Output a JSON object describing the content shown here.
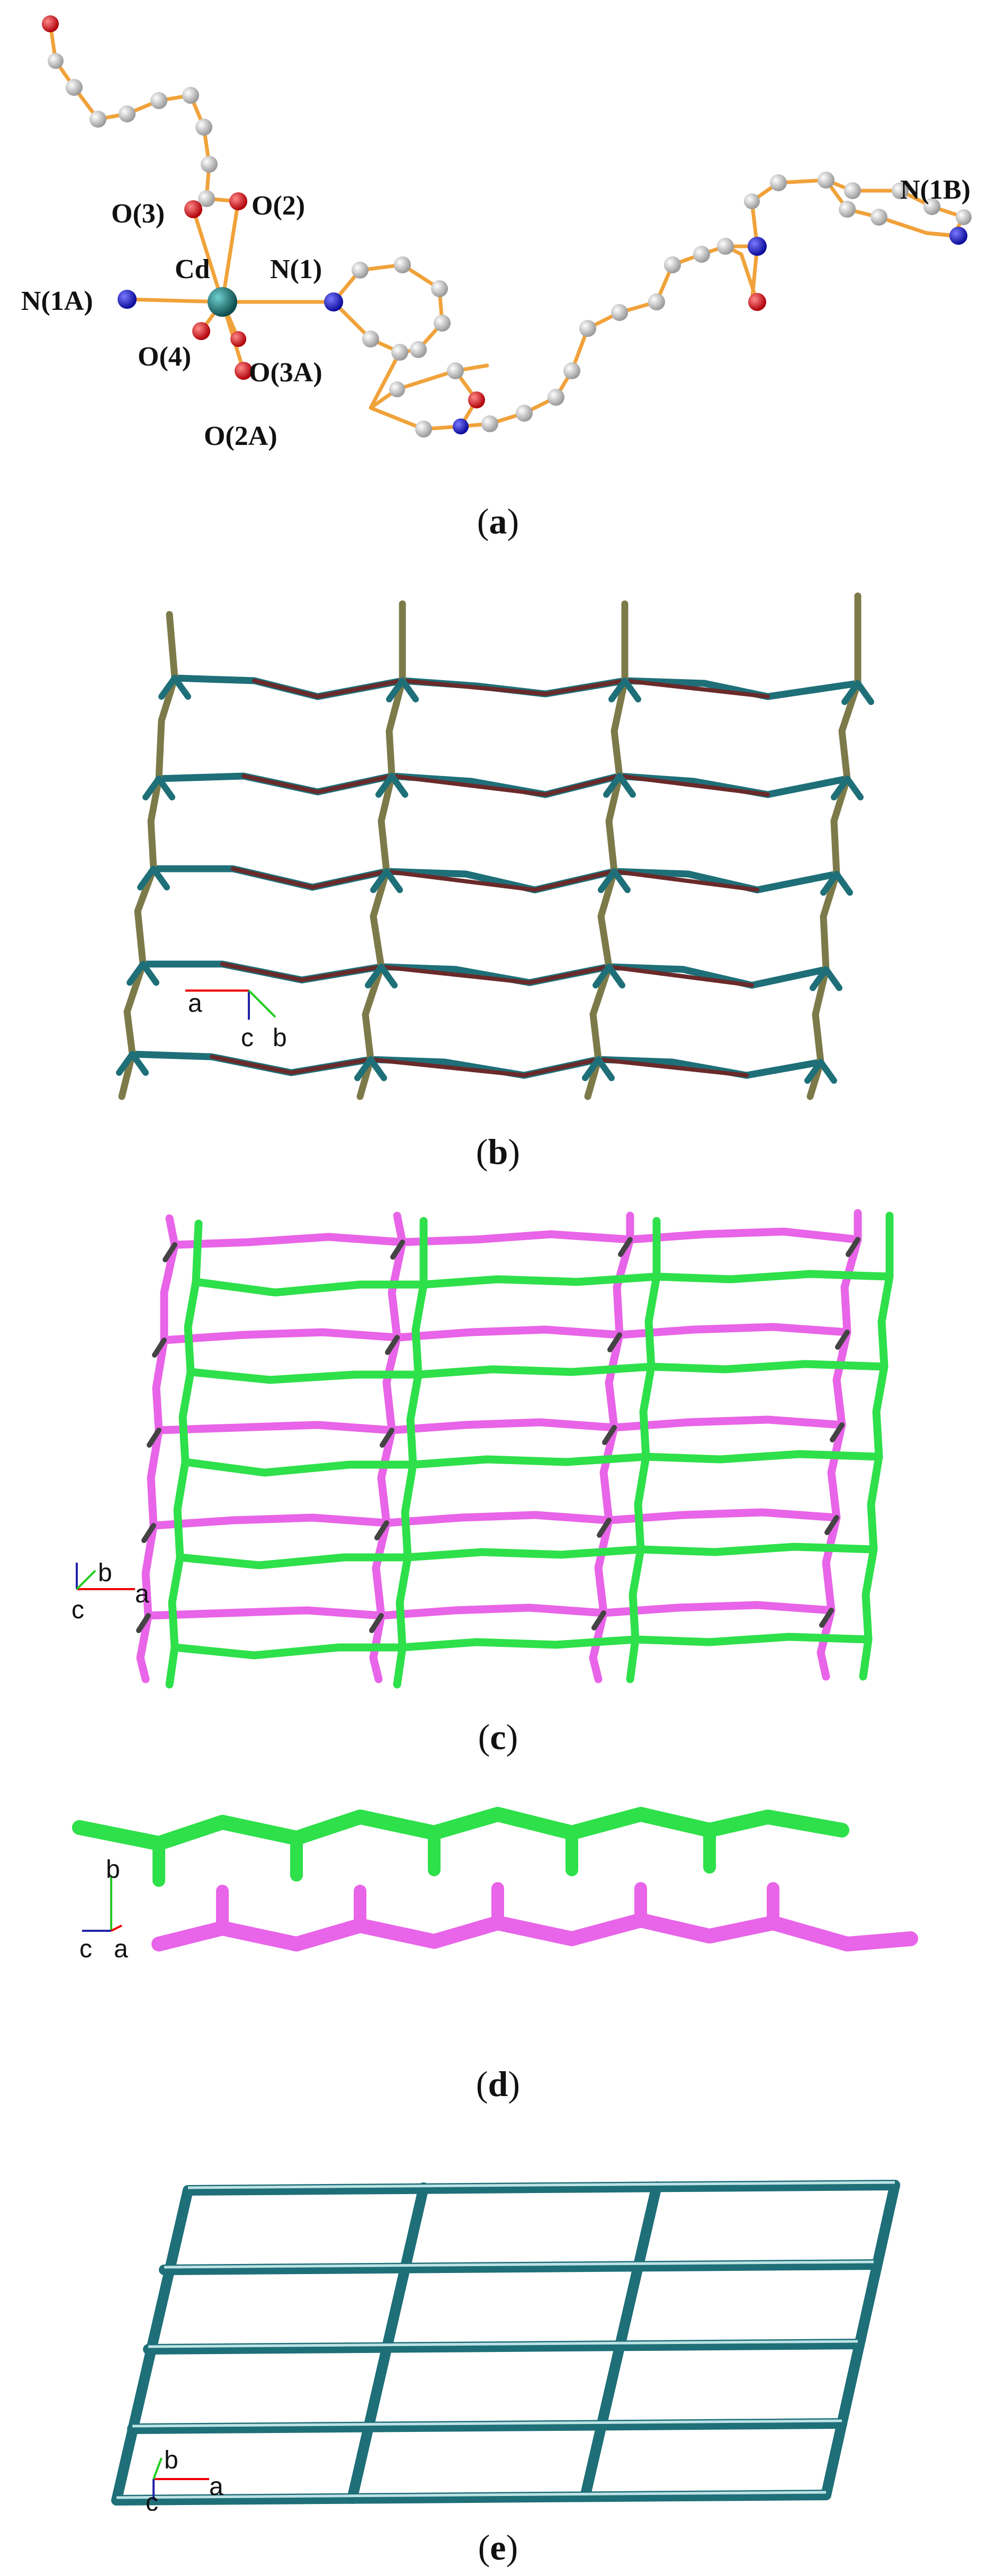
{
  "figure": {
    "panels": [
      {
        "id": "a",
        "caption_letter": "a",
        "atom_labels": {
          "o3": "O(3)",
          "o2": "O(2)",
          "cd": "Cd",
          "n1a": "N(1A)",
          "n1": "N(1)",
          "o4": "O(4)",
          "o3a": "O(3A)",
          "o2a": "O(2A)",
          "n1b": "N(1B)"
        }
      },
      {
        "id": "b",
        "caption_letter": "b",
        "axes": {
          "a": "a",
          "b": "b",
          "c": "c"
        }
      },
      {
        "id": "c",
        "caption_letter": "c",
        "axes": {
          "a": "a",
          "b": "b",
          "c": "c"
        }
      },
      {
        "id": "d",
        "caption_letter": "d",
        "axes": {
          "a": "a",
          "b": "b",
          "c": "c"
        }
      },
      {
        "id": "e",
        "caption_letter": "e",
        "axes": {
          "a": "a",
          "b": "b",
          "c": "c"
        }
      }
    ]
  },
  "colors": {
    "carbon": "#cfcfcf",
    "oxygen": "#e8151b",
    "nitrogen": "#1a1acf",
    "cadmium": "#1f7f7f",
    "bond": "#f0a23a",
    "teal": "#1e6f78",
    "olive": "#7d7a4a",
    "darkred": "#6a2a2a",
    "magenta": "#e864e8",
    "green": "#2ee04a"
  }
}
